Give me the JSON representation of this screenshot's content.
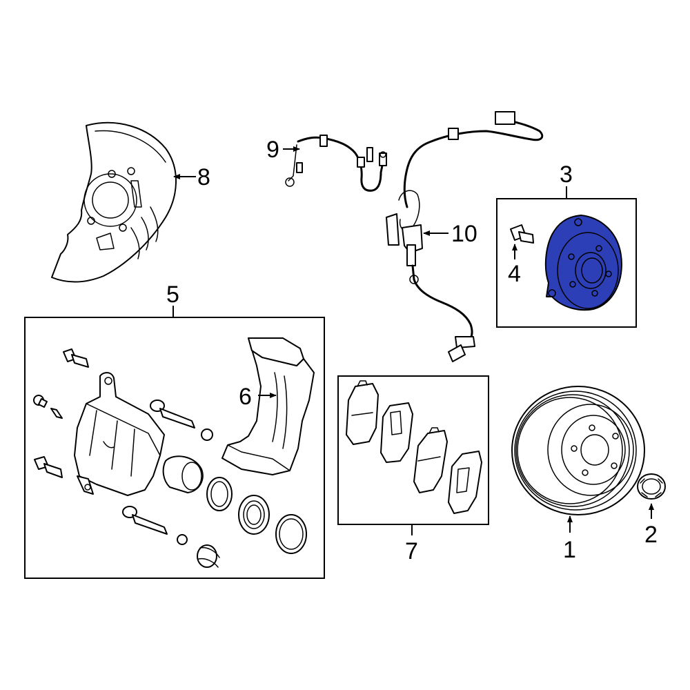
{
  "callouts": {
    "c1": "1",
    "c2": "2",
    "c3": "3",
    "c4": "4",
    "c5": "5",
    "c6": "6",
    "c7": "7",
    "c8": "8",
    "c9": "9",
    "c10": "10"
  },
  "colors": {
    "highlight": "#2d3fb6",
    "line": "#000000",
    "background": "#ffffff"
  }
}
